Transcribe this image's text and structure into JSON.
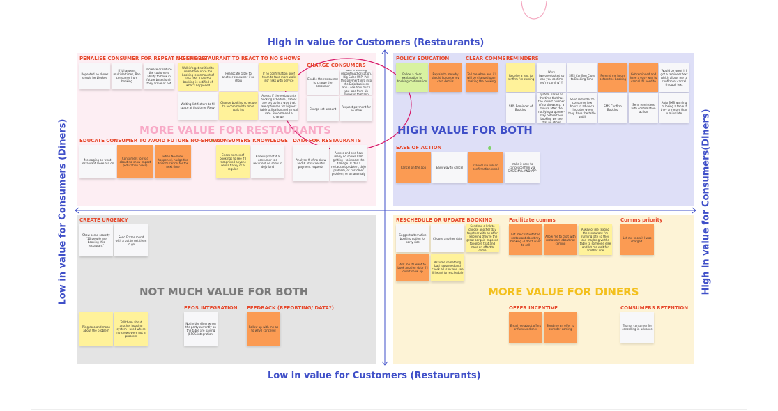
{
  "axes": {
    "top": "High in value for Customers (Restaurants)",
    "bottom": "Low in value for Customers (Restaurants)",
    "left": "Low in value for Consumers (Diners)",
    "right": "High in value for Consumers(Diners)"
  },
  "colors": {
    "axis": "#3f4fc8",
    "category": "#e64a2e",
    "tl_bg": "#fdeef3",
    "tr_bg": "#dedff7",
    "bl_bg": "#e4e4e4",
    "br_bg": "#fdf3d6",
    "ellipse": "#d81b6a"
  },
  "quadrants": {
    "top_left": {
      "label": "MORE VALUE FOR RESTAURANTS",
      "categories": {
        "penalise": "PENALISE CONSUMER FOR REPEAT NO-SHOWS",
        "help": "HELP RESTAURANT TO REACT TO NO SHOWS",
        "charge": "CHARGE CONSUMERS",
        "knowledge": "CONSUMERS KNOWLEDGE",
        "data": "DATA FOR RESTAURANTS",
        "educate": "EDUCATE CONSUMER TO AVOID FUTURE NO-SHOWS"
      },
      "notes": {
        "repeated": "Repeated no shows should be blocked",
        "ban": "If it happens multiple times, Ban consumer from booking",
        "increase": "Increase or reduce the customers ability to book in future based on if they arrive or not",
        "walkin": "Walkin's get notified to come back once the booking is x amount of time late. Then the booking is notified of what's happened",
        "reallocate": "Reallocate table to another consumer if no show",
        "confirmation": "If no confirmation brief team to take more walk ins/ risks with service",
        "waiting": "Waiting list feature to fill space at that time (Resy)",
        "change": "Change booking schedule to accommodate more walk ins",
        "assess": "Assess if the restaurants booking schedule / tables are set up in a way that are optimised for highest table utilisation and arrival rate. Recommend a change.",
        "enable": "Enable the restaurant to charge the consumer",
        "deposit": "Take a booking deposit/Authorisation. Big Sales USP: Pull this payment info into the Dojo business app - see how much you lose from No shows in that app",
        "charge_set": "Charge set amount",
        "request": "Request payment for no show",
        "messaging": "Messaging on what restaurant loose out on",
        "consumers_read": "Consumers to read about no-show impact (education piece)",
        "nudge": "when No-show happened, nudge the diner to cancel for the next time",
        "check_names": "Check names of bookings to see if I recognised anyone who's flakey or a regular",
        "know_upfront": "Know upfront if a consumer is a recurrent no show in dojo land",
        "analyse": "Analyse # of no show and # of successful payment requests",
        "assess_many": "Assess and see how many no shows I am getting - to impact the damage. Is this a restaurant problem, dojo problem, or customer problem, or an anomaly"
      }
    },
    "top_right": {
      "label": "HIGH VALUE FOR BOTH",
      "categories": {
        "policy": "POLICY EDUCATION",
        "clear": "CLEAR COMMS",
        "reminders": "REMINDERS",
        "ease": "EASE OF ACTION"
      },
      "notes": {
        "follow": "Follow a clear explanation in booking confirmation",
        "explain": "Explain to me why should I provide my card details",
        "tellme": "Tell me when and if I will be charged upon making the booking",
        "receive": "Receive a text to confirm I'm coming",
        "overlooked": "Were (we)overlooked so can you confirm you're coming?!?",
        "sms_close": "SMS Confirm Close to Booking Time",
        "remind_hours": "Remind me hours before the booking",
        "get_reminded": "Get reminded and have a easy way to cancel if I need to",
        "would_be_great": "Would be great if I got a reminder text which allows me to confirm or cancel through text",
        "sms_reminder": "SMS Reminder of Booking",
        "automatic": "Automatic reminder system based on the time that has the lowest number of no shows e.g. a minute after the, notifying a queue - stay before their booking we see that no shows decrease by 50%",
        "send_reminder": "Send reminder to consumer few hours in advance (includes when they have the table until)",
        "sms_confirm": "SMS Confirm Booking",
        "send_confirm": "Send reminders with confirmation action",
        "auto_sms": "Auto SMS warning of losing a table if they are more than x mins late",
        "cancel_app": "Cancel on the app",
        "easy_way": "Easy way to cancel",
        "cancel_link": "Cancel via link on confirmation email",
        "make_easy": "make it easy to cancel/confirm via SMS/EMAIL AND APP"
      }
    },
    "bottom_left": {
      "label": "NOT MUCH VALUE FOR BOTH",
      "categories": {
        "urgency": "CREATE URGENCY",
        "epos": "EPOS INTEGRATION",
        "feedback": "FEEDBACK (REPORTING/ DATA?)"
      },
      "notes": {
        "scarcity": "Show some scarcity \"10 people are booking this restaurant\"",
        "frazer": "Send Frazer round with a bat to get them to go",
        "notify": "Notify the diner when the party currently on the table are paying (EPOS integration)",
        "follow_up": "Follow up with me as to why I canceled",
        "ring": "Ring dojo and moan about the problem",
        "tell_them": "Tell them about another booking system I used where no shows were not a problem"
      }
    },
    "bottom_right": {
      "label": "MORE VALUE FOR DINERS",
      "categories": {
        "reschedule": "RESCHEDULE OR UPDATE BOOKING",
        "facilitate": "Facilitate comms",
        "priority": "Comms priority",
        "retention": "CONSUMERS RETENTION",
        "offer": "OFFER INCENTIVE"
      },
      "notes": {
        "suggest": "Suggest alternative booking option for party size",
        "choose": "Choose another date",
        "send_link": "Send me a link to choose another day together with an offer - knowing they're the great bargain imposed to ignore that and make an effort to come",
        "ask_me": "Ask me if I want to book another date if I didn't show up",
        "assume": "Assume something bad happened and check all is ok and see if I want to reschedule",
        "chat": "Let me chat with the restaurant about my booking - I don't want to call",
        "allow_chat": "Allow me to chat with restaurant about not coming",
        "a_way": "A way of me texting the restaurant I'm running late so they can maybe give the table to someone else and let me wait for another one",
        "let_know": "Let me know if I was charged!",
        "thanks": "Thanks consumer for cancelling in advance",
        "email_offers": "Email me about offers or famous dishes",
        "send_offer": "Send me an offer to consider coming"
      }
    }
  }
}
